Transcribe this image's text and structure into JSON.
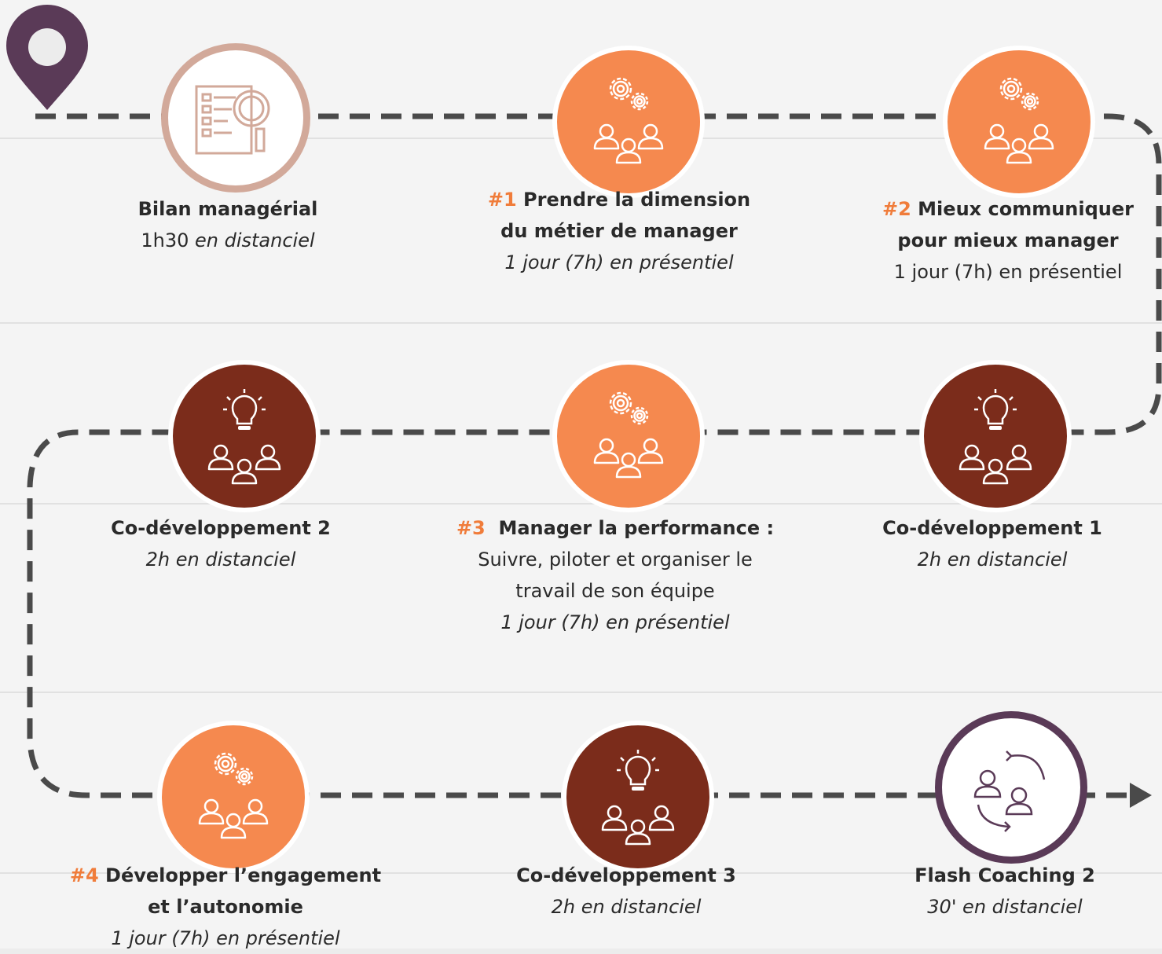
{
  "colors": {
    "orange": "#f5894f",
    "brown": "#7b2c1b",
    "tan": "#d2a99a",
    "purple": "#5a3a57",
    "dash": "#4a4a4a",
    "accent_number": "#f07c3a"
  },
  "steps": [
    {
      "icon": "report-magnifier-icon",
      "title": "Bilan managérial",
      "sub_plain": "1h30 ",
      "sub_italic": "en distanciel"
    },
    {
      "icon": "team-gears-icon",
      "number": "#1",
      "title_a": " Prendre la dimension",
      "title_b": "du métier de manager",
      "sub_italic": "1 jour (7h) en présentiel"
    },
    {
      "icon": "team-gears-icon",
      "number": "#2",
      "title_a": " Mieux communiquer",
      "title_b": "pour mieux manager",
      "sub_plain": "1 jour (7h) en présentiel"
    },
    {
      "icon": "team-idea-icon",
      "title": "Co-développement 1",
      "sub_italic": "2h en distanciel"
    },
    {
      "icon": "team-gears-icon",
      "number": "#3",
      "title_a": "  Manager la performance :",
      "line2": "Suivre, piloter et organiser le",
      "line3": "travail de son équipe",
      "sub_italic": "1 jour (7h) en présentiel"
    },
    {
      "icon": "team-idea-icon",
      "title": "Co-développement 2",
      "sub_italic": "2h en distanciel"
    },
    {
      "icon": "team-gears-icon",
      "number": "#4",
      "title_a": " Développer l’engagement",
      "title_b": "et l’autonomie",
      "sub_italic": "1 jour (7h) en présentiel"
    },
    {
      "icon": "team-idea-icon",
      "title": "Co-développement 3",
      "sub_italic": "2h en distanciel"
    },
    {
      "icon": "coaching-cycle-icon",
      "title": "Flash Coaching 2",
      "sub_italic": "30' en distanciel"
    }
  ]
}
